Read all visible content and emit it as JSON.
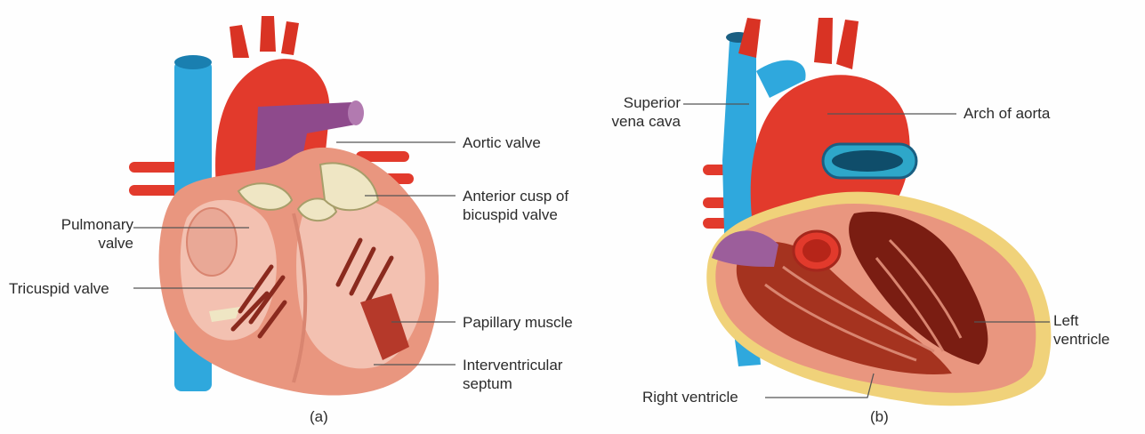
{
  "figure_a": {
    "caption": "(a)",
    "labels": {
      "aortic_valve": "Aortic valve",
      "anterior_cusp_1": "Anterior cusp of",
      "anterior_cusp_2": "bicuspid valve",
      "pulmonary_1": "Pulmonary",
      "pulmonary_2": "valve",
      "tricuspid": "Tricuspid valve",
      "papillary": "Papillary muscle",
      "septum_1": "Interventricular",
      "septum_2": "septum"
    }
  },
  "figure_b": {
    "caption": "(b)",
    "labels": {
      "svc_1": "Superior",
      "svc_2": "vena cava",
      "arch": "Arch of aorta",
      "lv_1": "Left",
      "lv_2": "ventricle",
      "rv": "Right ventricle"
    }
  },
  "colors": {
    "vena_cava_blue": "#2fa8dd",
    "aorta_red": "#e23a2c",
    "pulmonary_purple": "#8e4a8c",
    "heart_wall_pink": "#e9967f",
    "chamber_inner": "#f3c1b1",
    "valve_cream": "#efe6c4",
    "muscle_dark": "#8a2a1e"
  }
}
